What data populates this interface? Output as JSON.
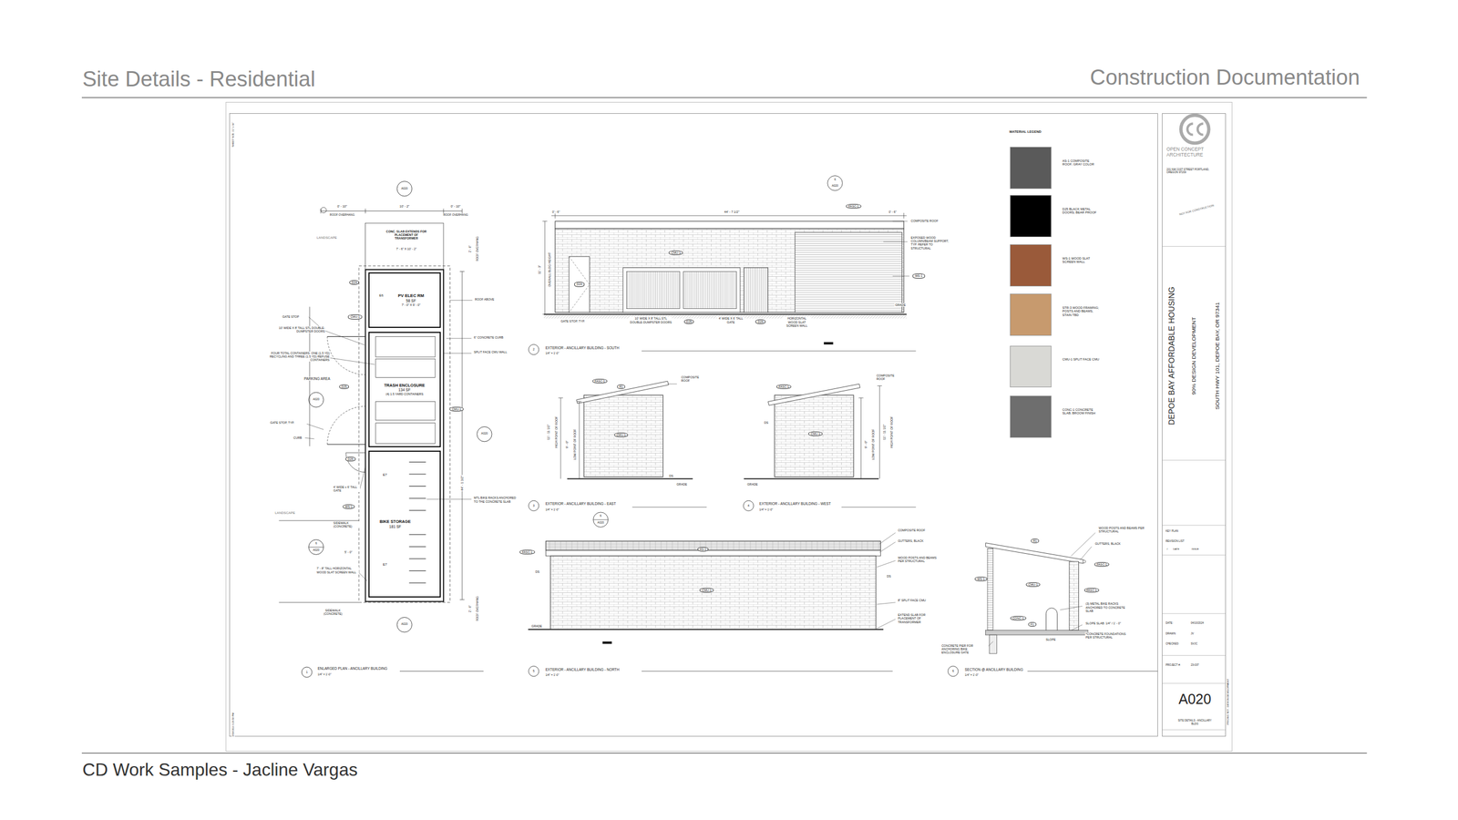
{
  "diagram": {
    "title": "Site Details - Residential",
    "caption": "CD Work Samples - Jacline Vargas",
    "nodes": [
      {
        "text": [
          "PV ELEC RM",
          "58 SF",
          "7' - 0\" X 9' - 0\""
        ]
      },
      {
        "text": [
          "TRASH ENCLOSURE",
          "134 SF",
          "(4) 1.5 YARD CONTAINERS"
        ]
      },
      {
        "text": [
          "BIKE STORAGE",
          "181 SF"
        ]
      }
    ],
    "labels": [
      "Construction Documentation",
      "0' - 10\"",
      "10' - 2\"",
      "0' - 10\"",
      "ROOF OVERHANG",
      "ROOF OVERHANG",
      "LANDSCAPE",
      "CONC. SLAB EXTENDS FOR PLACEMENT OF TRANSFORMER",
      "7' - 6\" X 10' - 2\"",
      "ROOF OVERHANG",
      "2' - 0\"",
      "ROOF ABOVE",
      "D24",
      "E6",
      "CMU-1",
      "GATE STOP",
      "10' WIDE X 8' TALL STL DOUBLE-DUMPSTER DOORS",
      "FOUR TOTAL CONTAINERS. ONE (1.5 YD) RECYCLING AND THREE (1.5 YD) REFUSE CONTAINERS",
      "PARKING AREA",
      "D25",
      "A020",
      "GATE STOP, TYP.",
      "CURB",
      "CMU-1",
      "A020",
      "44' - 1 1/2\"",
      "6\" CONCRETE CURB",
      "SPLIT FACE CMU WALL",
      "D26",
      "E7",
      "E7",
      "MTL BIKE RACKS ANCHORED TO THE CONCRETE SLAB",
      "4' WIDE x 6' TALL GATE",
      "WS-1",
      "LANDSCAPE",
      "SIDEWALK (CONCRETE)",
      "6",
      "A020",
      "5' - 0\"",
      "7' - 8\" TALL HORIZONTAL WOOD SLAT SCREEN WALL",
      "SIDEWALK (CONCRETE)",
      "A020",
      "A020",
      "2' - 0\"",
      "ROOF OVERHANG",
      "1",
      "ENLARGED PLAN - ANCILLARY BUILDING",
      "1/4\" = 1'-0\"",
      "6",
      "A020",
      "FASC-1",
      "0' - 6\"",
      "44' - 7 1/2\"",
      "0' - 6\"",
      "COMPOSITE ROOF",
      "EXPOSED WOOD COLUMN/BEAM SUPPORT, TYP. REFER TO STRUCTURAL",
      "WS-1",
      "GRADE",
      "CMU-1",
      "11' - 3\"",
      "OVERALL BLDG HEIGHT",
      "D24",
      "GATE STOP, TYP.",
      "10' WIDE X 8' TALL STL DOUBLE-DUMPSTER DOORS",
      "D25",
      "4' WIDE X 6' TALL GATE",
      "D26",
      "HORIZONTAL WOOD SLAT SCREEN WALL",
      "2",
      "EXTERIOR - ANCILLARY BUILDING - SOUTH",
      "1/4\" = 1'-0\"",
      "FASC-1",
      "R1",
      "COMPOSITE ROOF",
      "CMU-1",
      "DS",
      "GRADE",
      "11' - 11 1/2\"",
      "HIGH POINT OF ROOF",
      "9' - 0\"",
      "LOW POINT OF ROOF",
      "3",
      "EXTERIOR - ANCILLARY BUILDING - EAST",
      "1/4\" = 1'-0\"",
      "FASC-1",
      "COMPOSITE ROOF",
      "CMU-1",
      "DS",
      "GRADE",
      "9' - 0\"",
      "LOW POINT OF ROOF",
      "11' - 11 1/2\"",
      "HIGH POINT OF ROOF",
      "4",
      "EXTERIOR - ANCILLARY BUILDING - WEST",
      "1/4\" = 1'-0\"",
      "6",
      "A020",
      "AS-1",
      "FASC-1",
      "CMU-1",
      "DS",
      "DS",
      "GRADE",
      "COMPOSITE ROOF",
      "GUTTERS, BLACK",
      "WOOD POSTS AND BEAMS PER STRUCTURAL",
      "8\" SPLIT FACE CMU",
      "EXTEND SLAB FOR PLACEMENT OF TRANSFORMER",
      "5",
      "EXTERIOR - ANCILLARY BUILDING - NORTH",
      "1/4\" = 1'-0\"",
      "R1",
      "WOOD POSTS AND BEAMS PER STRUCTURAL",
      "GUTTERS, BLACK",
      "FASC-1",
      "WS-1",
      "CMU-1",
      "FASC-1",
      "(3) METAL BIKE RACKS ANCHORED TO CONCRETE SLAB",
      "SLOPE SLAB: 1/4\" / 1' - 0\"",
      "*CONCRETE FOUNDATIONS PER STRUCTURAL",
      "CONC-1",
      "F1",
      "SLOPE",
      "CONCRETE PIER FOR ANCHORING BIKE ENCLOSURE GATE",
      "6",
      "SECTION @ ANCILLARY BUILDING",
      "1/4\" = 1'-0\"",
      "MATERIAL LEGEND",
      "OPEN CONCEPT ARCHITECTURE",
      "201 NW 21ST STREET PORTLAND, OREGON 97209",
      "NOT FOR CONSTRUCTION",
      "DEPOE BAY AFFORDABLE HOUSING",
      "90% DESIGN DEVELOPMENT",
      "SOUTH HWY 101, DEPOE BAY, OR 97341",
      "KEY PLAN",
      "REVISION LIST",
      "#",
      "DATE",
      "ISSUE",
      "DATE:",
      "04/10/2024",
      "DRAWN:",
      "JV",
      "CHECKED:",
      "SVJC",
      "PROJECT #:",
      "23-037",
      "A020",
      "SITE DETAILS - ANCILLARY BLDG",
      "PRICING SET - DESIGN DEVELOPMENT",
      "SHEET SIZE: 22\" x 34\"",
      "4/10/2024 3:28:50 PM"
    ],
    "legend": [
      {
        "text": "AS-1 COMPOSITE ROOF; GRAY COLOR",
        "color": "#5a5a5a"
      },
      {
        "text": "D25 BLACK METAL DOORS; BEAR PROOF",
        "color": "#000000"
      },
      {
        "text": "WS-1 WOOD SLAT SCREEN WALL",
        "color": "#9a5a3a"
      },
      {
        "text": "STR-3 WOOD FRAMING; POSTS AND BEAMS, STAIN TBD",
        "color": "#c79a6e"
      },
      {
        "text": "CMU-1 SPLIT FACE CMU",
        "color": "#d9d9d5"
      },
      {
        "text": "CONC-1 CONCRETE SLAB; BROOM FINISH",
        "color": "#6e6e6e"
      }
    ]
  }
}
